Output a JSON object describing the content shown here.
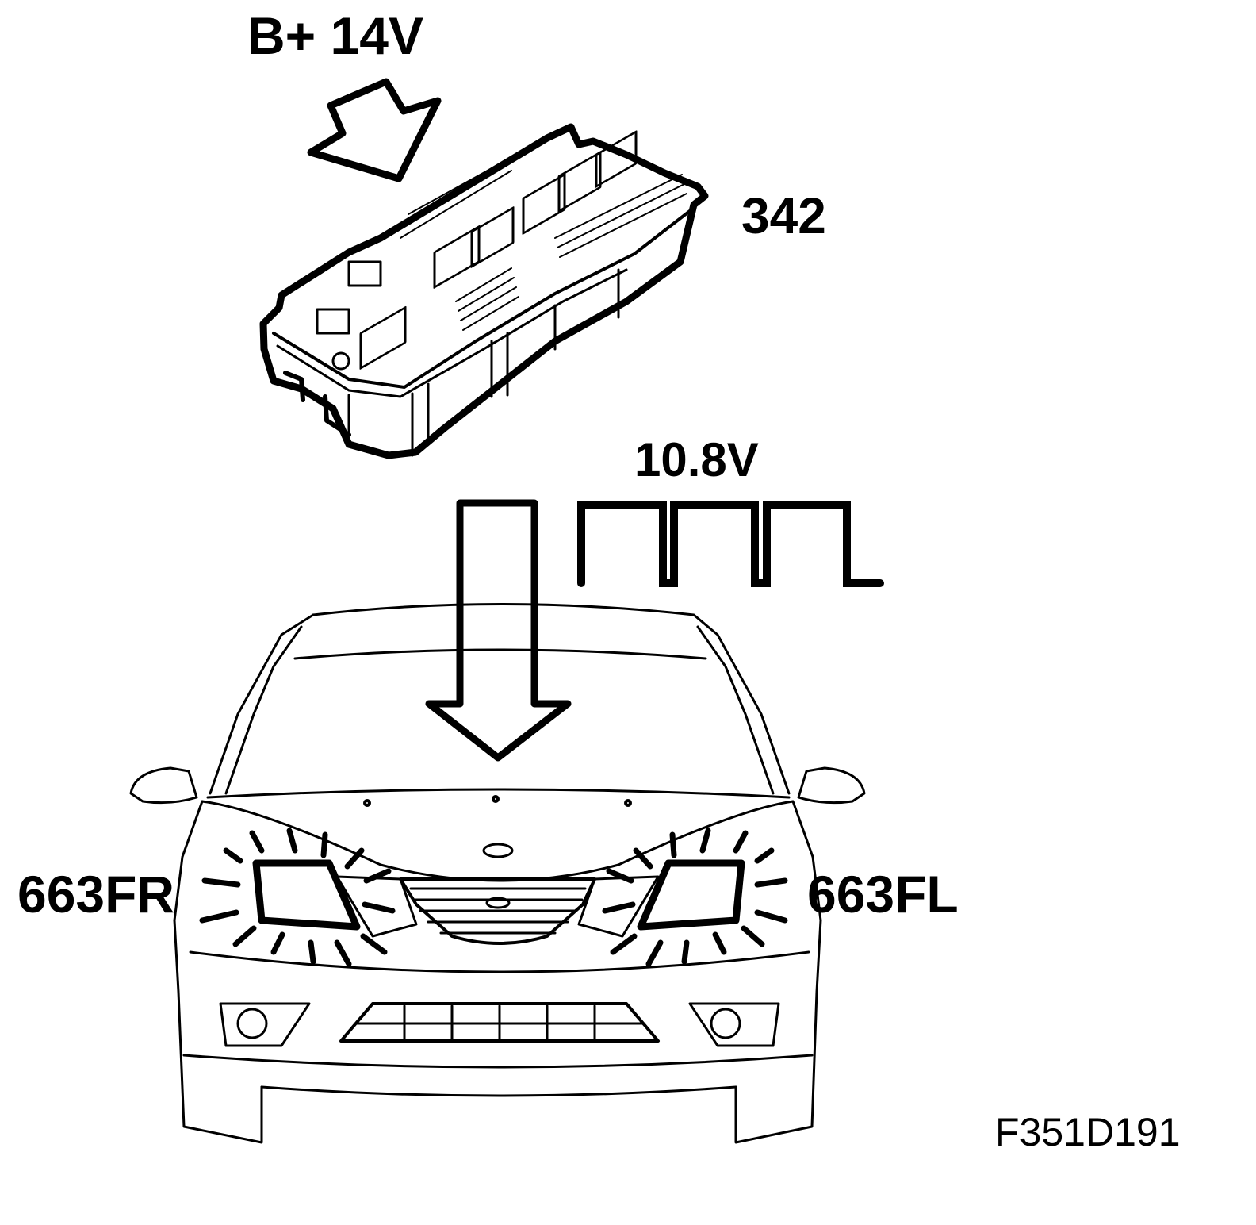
{
  "labels": {
    "supply": "B+ 14V",
    "fuse_box": "342",
    "pwm_voltage": "10.8V",
    "headlamp_right": "663FR",
    "headlamp_left": "663FL",
    "figure_id": "F351D191"
  },
  "colors": {
    "line": "#000000",
    "background": "#ffffff"
  }
}
